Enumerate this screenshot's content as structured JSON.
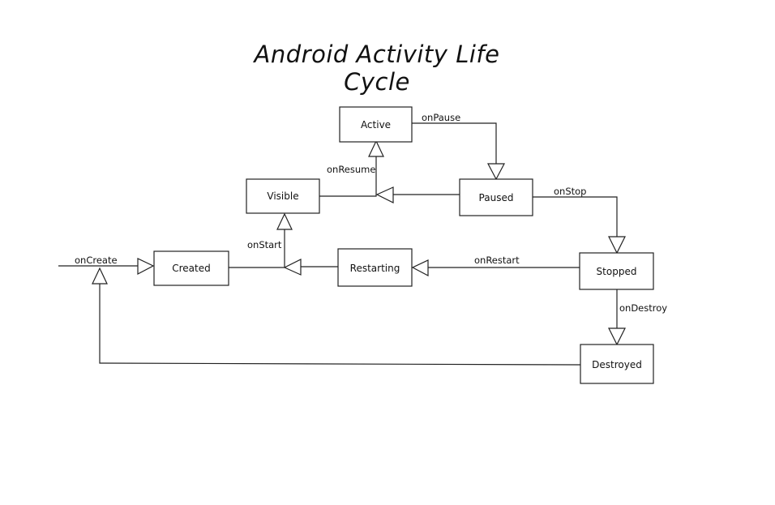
{
  "title": "Android Activity Life Cycle",
  "states": {
    "active": "Active",
    "visible": "Visible",
    "paused": "Paused",
    "created": "Created",
    "restarting": "Restarting",
    "stopped": "Stopped",
    "destroyed": "Destroyed"
  },
  "transitions": {
    "on_pause": "onPause",
    "on_resume": "onResume",
    "on_stop": "onStop",
    "on_start": "onStart",
    "on_create": "onCreate",
    "on_restart": "onRestart",
    "on_destroy": "onDestroy"
  }
}
